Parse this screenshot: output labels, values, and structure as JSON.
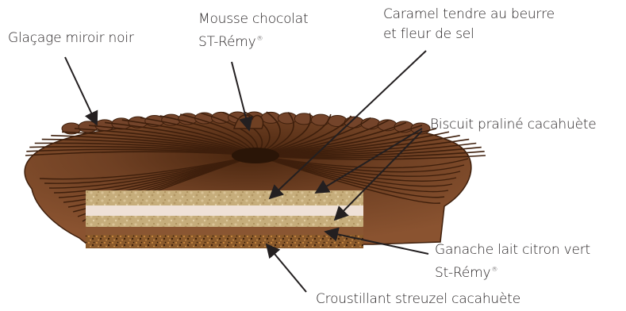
{
  "labels": {
    "glacage": "Glaçage miroir noir",
    "mousse_line1": "Mousse chocolat",
    "mousse_line2": "ST-Rémy",
    "caramel_line1": "Caramel tendre au beurre",
    "caramel_line2": "et fleur de sel",
    "biscuit": "Biscuit praliné cacahuète",
    "ganache_line1": "Ganache lait citron vert",
    "ganache_line2": "St-Rémy",
    "croustillant": "Croustillant streuzel cacahuète",
    "registered_mark": "®"
  },
  "colors": {
    "mousse": "#6f4023",
    "mousse_dark": "#3e1f0c",
    "biscuit": "#c6ad7b",
    "caramel": "#efe1d7",
    "ganache": "#8a5632",
    "streuzel": "#8b5a2b",
    "text": "#231f20",
    "arrow": "#231f20"
  }
}
